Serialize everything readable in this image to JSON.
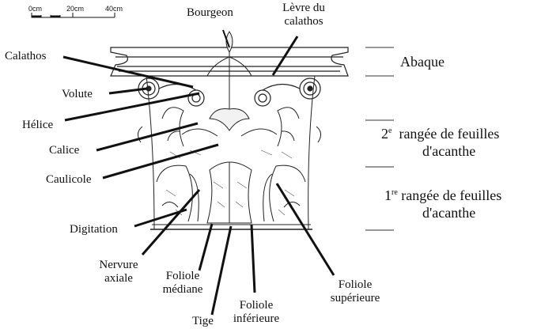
{
  "scale": {
    "ticks": [
      "0cm",
      "20cm",
      "40cm"
    ]
  },
  "parts": {
    "bourgeon": "Bourgeon",
    "levre_line1": "Lèvre du",
    "levre_line2": "calathos",
    "calathos": "Calathos",
    "volute": "Volute",
    "helice": "Hélice",
    "calice": "Calice",
    "caulicole": "Caulicole",
    "digitation": "Digitation",
    "nervure_line1": "Nervure",
    "nervure_line2": "axiale",
    "foliole_mediane_line1": "Foliole",
    "foliole_mediane_line2": "médiane",
    "tige": "Tige",
    "foliole_inferieure_line1": "Foliole",
    "foliole_inferieure_line2": "inférieure",
    "foliole_superieure_line1": "Foliole",
    "foliole_superieure_line2": "supérieure"
  },
  "zones": {
    "abaque": "Abaque",
    "rangee2_num": "2",
    "rangee2_sup": "e",
    "rangee2_line1": "rangée de feuilles",
    "rangee2_line2": "d'acanthe",
    "rangee1_num": "1",
    "rangee1_sup": "re",
    "rangee1_line1": "rangée de feuilles",
    "rangee1_line2": "d'acanthe"
  }
}
